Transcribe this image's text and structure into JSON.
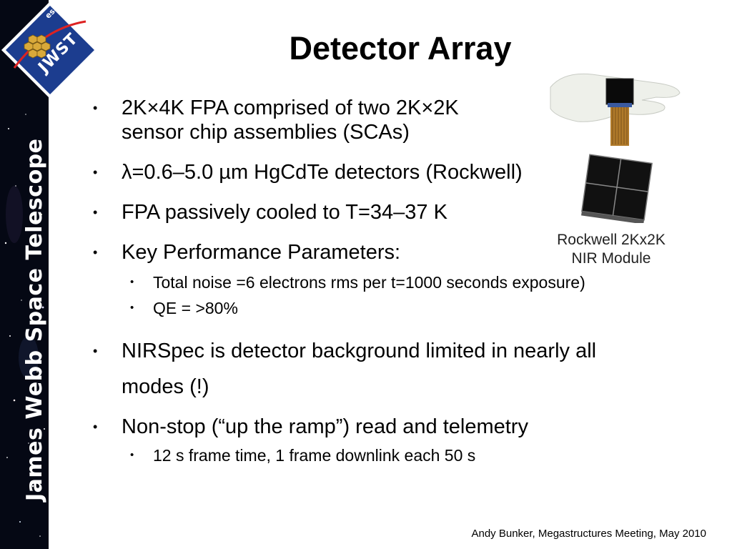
{
  "banner": {
    "text": "James Webb Space Telescope"
  },
  "logo": {
    "agency": "esa",
    "mission": "JWST"
  },
  "title": "Detector Array",
  "bullets": [
    {
      "level": 1,
      "text": "2K×4K FPA comprised of two 2K×2K"
    },
    {
      "level": 1,
      "text": "sensor chip assemblies (SCAs)",
      "continuation": true
    },
    {
      "level": 1,
      "text": "λ=0.6–5.0 µm HgCdTe detectors (Rockwell)"
    },
    {
      "level": 1,
      "text": "FPA passively cooled to T=34–37 K"
    },
    {
      "level": 1,
      "text": "Key Performance Parameters:"
    },
    {
      "level": 2,
      "text": "Total noise =6 electrons rms per t=1000 seconds exposure)"
    },
    {
      "level": 2,
      "text": "QE = >80%"
    },
    {
      "level": 1,
      "text": "NIRSpec is detector background limited in nearly all"
    },
    {
      "level": 1,
      "text": "modes (!)",
      "continuation": true
    },
    {
      "level": 1,
      "text": "Non-stop (“up the ramp”) read and telemetry"
    },
    {
      "level": 2,
      "text": "12 s frame time, 1 frame downlink each 50 s"
    }
  ],
  "image": {
    "caption_line1": "Rockwell 2Kx2K",
    "caption_line2": "NIR Module"
  },
  "footer": "Andy Bunker, Megastructures Meeting, May 2010",
  "colors": {
    "banner_bg": "#050814",
    "logo_bg": "#1c3d8f",
    "text": "#000000"
  }
}
